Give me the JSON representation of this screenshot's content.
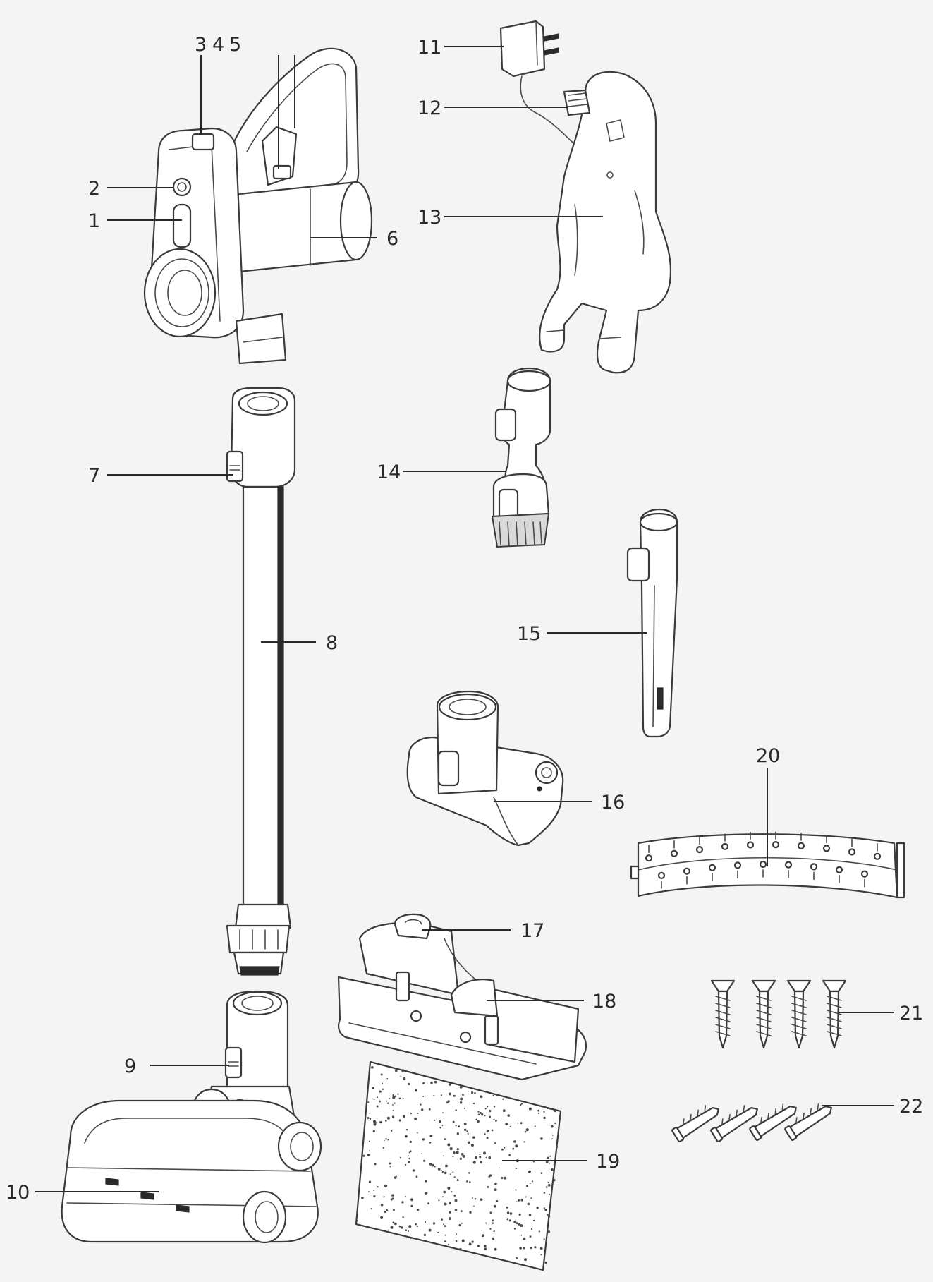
{
  "diagram": {
    "callouts": [
      {
        "id": "1",
        "label": "1"
      },
      {
        "id": "2",
        "label": "2"
      },
      {
        "id": "3",
        "label": "3"
      },
      {
        "id": "4",
        "label": "4"
      },
      {
        "id": "5",
        "label": "5"
      },
      {
        "id": "6",
        "label": "6"
      },
      {
        "id": "7",
        "label": "7"
      },
      {
        "id": "8",
        "label": "8"
      },
      {
        "id": "9",
        "label": "9"
      },
      {
        "id": "10",
        "label": "10"
      },
      {
        "id": "11",
        "label": "11"
      },
      {
        "id": "12",
        "label": "12"
      },
      {
        "id": "13",
        "label": "13"
      },
      {
        "id": "14",
        "label": "14"
      },
      {
        "id": "15",
        "label": "15"
      },
      {
        "id": "16",
        "label": "16"
      },
      {
        "id": "17",
        "label": "17"
      },
      {
        "id": "18",
        "label": "18"
      },
      {
        "id": "19",
        "label": "19"
      },
      {
        "id": "20",
        "label": "20"
      },
      {
        "id": "21",
        "label": "21"
      },
      {
        "id": "22",
        "label": "22"
      }
    ]
  }
}
